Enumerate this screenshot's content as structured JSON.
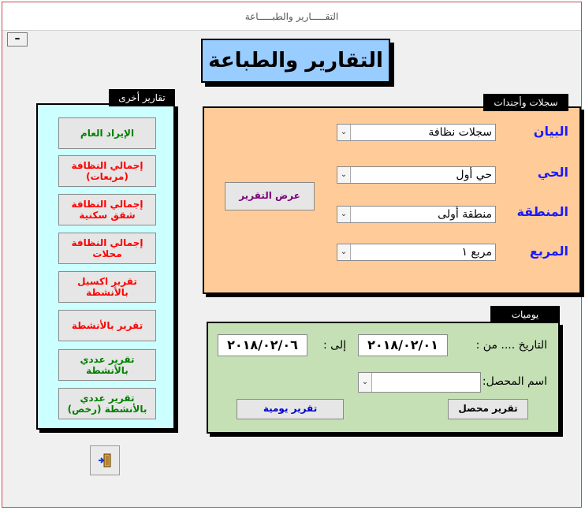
{
  "window": {
    "title": "التقـــــارير والطبـــــاعة",
    "minimize_glyph": "–"
  },
  "header": {
    "title": "التقارير والطباعة"
  },
  "records_panel": {
    "tab_label": "سجلات وأجندات",
    "fields": [
      {
        "label": "البيان",
        "value": "سجلات نظافة"
      },
      {
        "label": "الحي",
        "value": "حي أول"
      },
      {
        "label": "المنطقة",
        "value": "منطقة أولى"
      },
      {
        "label": "المربع",
        "value": "مربع ١"
      }
    ],
    "show_report_button": "عرض التقرير"
  },
  "other_reports": {
    "tab_label": "تقارير أخرى",
    "buttons": [
      {
        "label": "الإيراد العام",
        "color": "#008000"
      },
      {
        "label": "إجمالي النظافة (مربعات)",
        "color": "#ff0000"
      },
      {
        "label": "إجمالي النظافة شقق سكنية",
        "color": "#ff0000"
      },
      {
        "label": "إجمالي النظافة محلات",
        "color": "#ff0000"
      },
      {
        "label": "تقرير اكسيل بالأنشطة",
        "color": "#ff0000"
      },
      {
        "label": "تقرير  بالأنشطة",
        "color": "#ff0000"
      },
      {
        "label": "تقرير عددي بالأنشطة",
        "color": "#008000"
      },
      {
        "label": "تقرير عددي بالأنشطة (رخص)",
        "color": "#008000"
      }
    ]
  },
  "daily_panel": {
    "tab_label": "يوميات",
    "date_from_label": "التاريخ .... من :",
    "date_from_value": "٢٠١٨/٠٢/٠١",
    "date_to_label": "إلى :",
    "date_to_value": "٢٠١٨/٠٢/٠٦",
    "collector_label": "اسم المحصل:",
    "collector_value": "",
    "collector_report_button": "تقرير محصل",
    "daily_report_button": "تقرير يومية"
  },
  "exit_button": {
    "icon": "exit-door-icon"
  },
  "colors": {
    "title_bg": "#99ccff",
    "records_bg": "#ffcc99",
    "other_bg": "#ccffff",
    "daily_bg": "#c5e0b4",
    "label_blue": "#1a1aff"
  }
}
